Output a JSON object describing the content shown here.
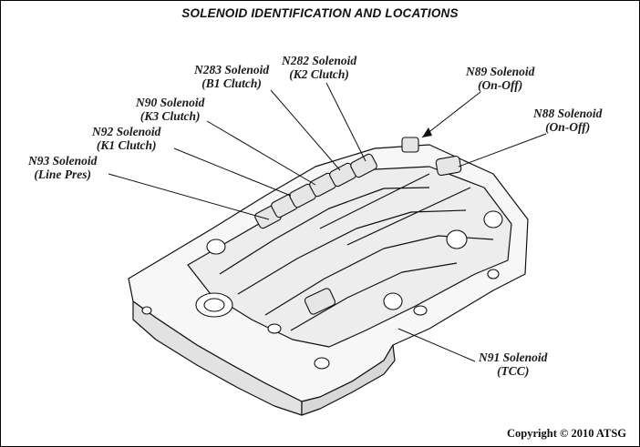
{
  "title": "SOLENOID IDENTIFICATION AND LOCATIONS",
  "labels": {
    "n283": {
      "line1": "N283 Solenoid",
      "line2": "(B1 Clutch)"
    },
    "n282": {
      "line1": "N282 Solenoid",
      "line2": "(K2 Clutch)"
    },
    "n89": {
      "line1": "N89 Solenoid",
      "line2": "(On-Off)"
    },
    "n88": {
      "line1": "N88 Solenoid",
      "line2": "(On-Off)"
    },
    "n90": {
      "line1": "N90 Solenoid",
      "line2": "(K3 Clutch)"
    },
    "n92": {
      "line1": "N92 Solenoid",
      "line2": "(K1 Clutch)"
    },
    "n93": {
      "line1": "N93 Solenoid",
      "line2": "(Line Pres)"
    },
    "n91": {
      "line1": "N91 Solenoid",
      "line2": "(TCC)"
    }
  },
  "copyright": "Copyright © 2010 ATSG"
}
